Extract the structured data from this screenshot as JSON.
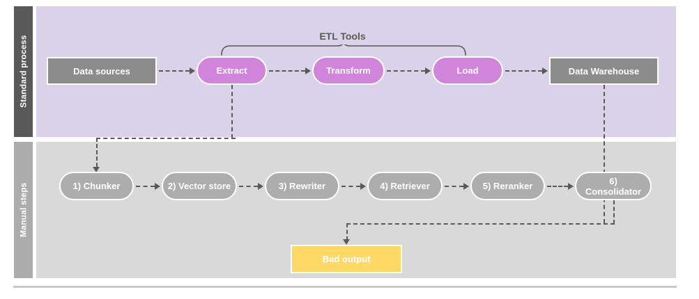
{
  "diagram": {
    "type": "flowchart",
    "title": "",
    "colors": {
      "lane_top_label_bg": "#595959",
      "lane_top_body_bg": "#DAD2E9",
      "lane_bottom_label_bg": "#ACACAC",
      "lane_bottom_body_bg": "#D9D9D9",
      "gray_node": "#8C8C8C",
      "purple_node": "#D185DA",
      "pill_gray_node": "#ADADAD",
      "warning_node": "#FFD966",
      "connector": "#58595B"
    },
    "lanes": [
      {
        "id": "standard",
        "label": "Standard process"
      },
      {
        "id": "manual",
        "label": "Manual steps"
      }
    ],
    "group_labels": [
      {
        "id": "etl-tools",
        "label": "ETL Tools",
        "covers": [
          "Extract",
          "Transform",
          "Load"
        ]
      }
    ],
    "nodes": {
      "standard": [
        {
          "id": "data-sources",
          "label": "Data sources",
          "shape": "rect",
          "style": "gray"
        },
        {
          "id": "extract",
          "label": "Extract",
          "shape": "pill",
          "style": "purple"
        },
        {
          "id": "transform",
          "label": "Transform",
          "shape": "pill",
          "style": "purple"
        },
        {
          "id": "load",
          "label": "Load",
          "shape": "pill",
          "style": "purple"
        },
        {
          "id": "data-warehouse",
          "label": "Data Warehouse",
          "shape": "rect",
          "style": "gray"
        }
      ],
      "manual": [
        {
          "id": "chunker",
          "label": "1) Chunker",
          "shape": "pill",
          "style": "pill-gray"
        },
        {
          "id": "vector-store",
          "label": "2) Vector store",
          "shape": "pill",
          "style": "pill-gray"
        },
        {
          "id": "rewriter",
          "label": "3) Rewriter",
          "shape": "pill",
          "style": "pill-gray"
        },
        {
          "id": "retriever",
          "label": "4) Retriever",
          "shape": "pill",
          "style": "pill-gray"
        },
        {
          "id": "reranker",
          "label": "5) Reranker",
          "shape": "pill",
          "style": "pill-gray"
        },
        {
          "id": "consolidator",
          "label": "6) Consolidator",
          "shape": "pill",
          "style": "pill-gray"
        }
      ],
      "output": [
        {
          "id": "bad-output",
          "label": "Bad output",
          "shape": "rect",
          "style": "yellow"
        }
      ]
    },
    "edges": [
      {
        "from": "data-sources",
        "to": "extract",
        "style": "dashed"
      },
      {
        "from": "extract",
        "to": "transform",
        "style": "dashed"
      },
      {
        "from": "transform",
        "to": "load",
        "style": "dashed"
      },
      {
        "from": "load",
        "to": "data-warehouse",
        "style": "dashed"
      },
      {
        "from": "data-warehouse",
        "to": "consolidator",
        "style": "dashed"
      },
      {
        "from": "extract",
        "to": "chunker",
        "style": "dashed"
      },
      {
        "from": "chunker",
        "to": "vector-store",
        "style": "dashed"
      },
      {
        "from": "vector-store",
        "to": "rewriter",
        "style": "dashed"
      },
      {
        "from": "rewriter",
        "to": "retriever",
        "style": "dashed"
      },
      {
        "from": "retriever",
        "to": "reranker",
        "style": "dashed"
      },
      {
        "from": "reranker",
        "to": "consolidator",
        "style": "dashed"
      },
      {
        "from": "consolidator",
        "to": "bad-output",
        "style": "dashed"
      }
    ]
  }
}
